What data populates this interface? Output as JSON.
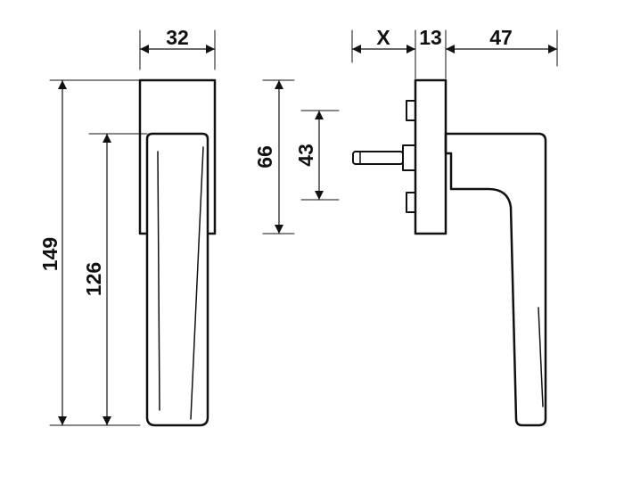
{
  "colors": {
    "line": "#111111",
    "background": "#ffffff"
  },
  "dimensions": {
    "front_width": "32",
    "total_height": "149",
    "lever_height": "126",
    "rose_height": "66",
    "spindle_spacing": "43",
    "spindle_length": "X",
    "rose_depth": "13",
    "lever_projection": "47"
  }
}
